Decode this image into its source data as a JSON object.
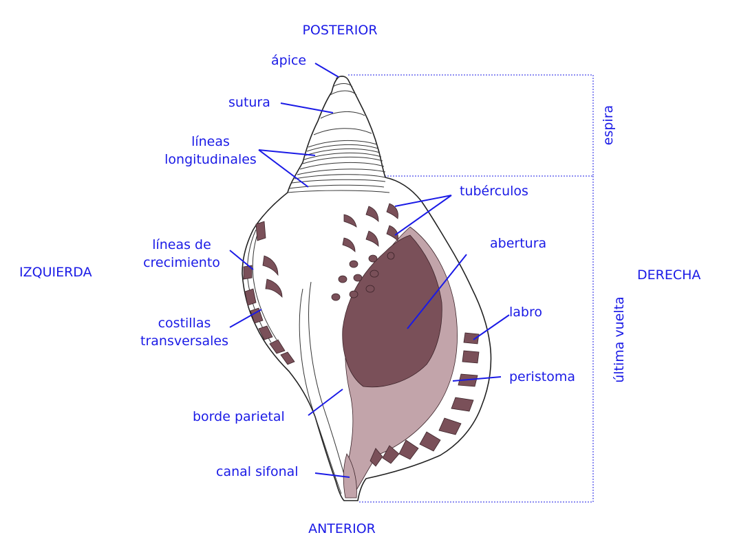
{
  "orientation": {
    "top": "POSTERIOR",
    "bottom": "ANTERIOR",
    "left": "IZQUIERDA",
    "right": "DERECHA"
  },
  "labels": {
    "apice": "ápice",
    "sutura": "sutura",
    "lineas_longitudinales_1": "líneas",
    "lineas_longitudinales_2": "longitudinales",
    "lineas_crecimiento_1": "líneas de",
    "lineas_crecimiento_2": "crecimiento",
    "costillas_1": "costillas",
    "costillas_2": "transversales",
    "borde_parietal": "borde parietal",
    "canal_sifonal": "canal sifonal",
    "tuberculos": "tubérculos",
    "abertura": "abertura",
    "labro": "labro",
    "peristoma": "peristoma"
  },
  "regions": {
    "espira": "espira",
    "ultima_vuelta": "última vuelta"
  },
  "colors": {
    "label": "#1a1ae6",
    "shell_dark": "#7a5059",
    "shell_pale": "#c2a4aa",
    "outline": "#222222"
  }
}
